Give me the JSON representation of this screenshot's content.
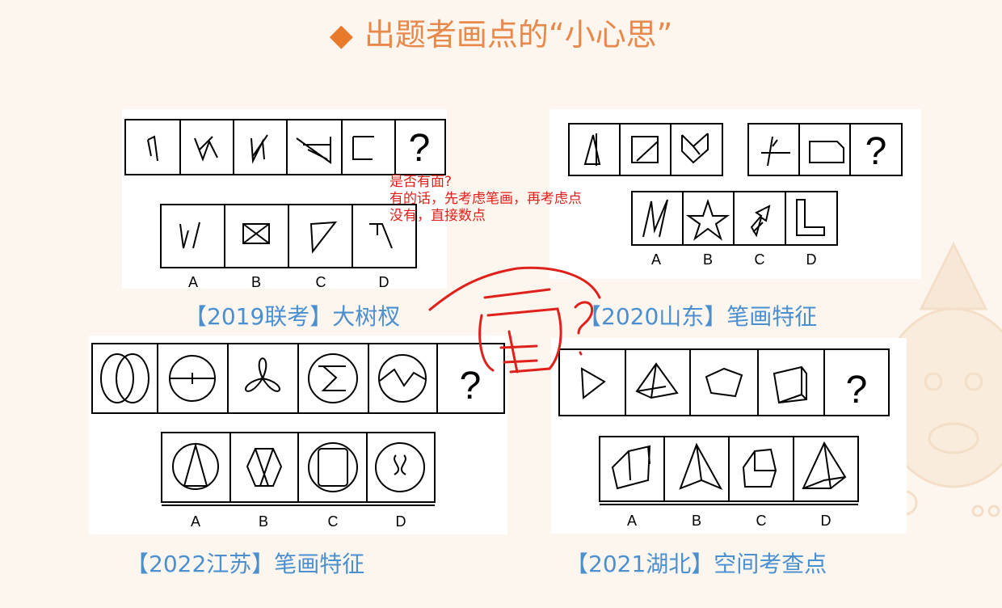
{
  "slide": {
    "title": "出题者画点的“小心思”",
    "bullet_icon": "diamond-icon",
    "accent_color": "#e8884a",
    "caption_color": "#4a8fd0"
  },
  "panels": [
    {
      "caption": "【2019联考】大树杈",
      "options": [
        "A",
        "B",
        "C",
        "D"
      ],
      "question_mark": "?"
    },
    {
      "caption": "【2020山东】笔画特征",
      "options": [
        "A",
        "B",
        "C",
        "D"
      ],
      "question_mark": "?"
    },
    {
      "caption": "【2022江苏】笔画特征",
      "options": [
        "A",
        "B",
        "C",
        "D"
      ],
      "question_mark": "?"
    },
    {
      "caption": "【2021湖北】空间考查点",
      "options": [
        "A",
        "B",
        "C",
        "D"
      ],
      "question_mark": "?"
    }
  ],
  "annotation": {
    "lines": [
      "是否有面?",
      "有的话，先考虑笔画，再考虑点",
      "没有，直接数点"
    ],
    "color": "#e0201a"
  }
}
